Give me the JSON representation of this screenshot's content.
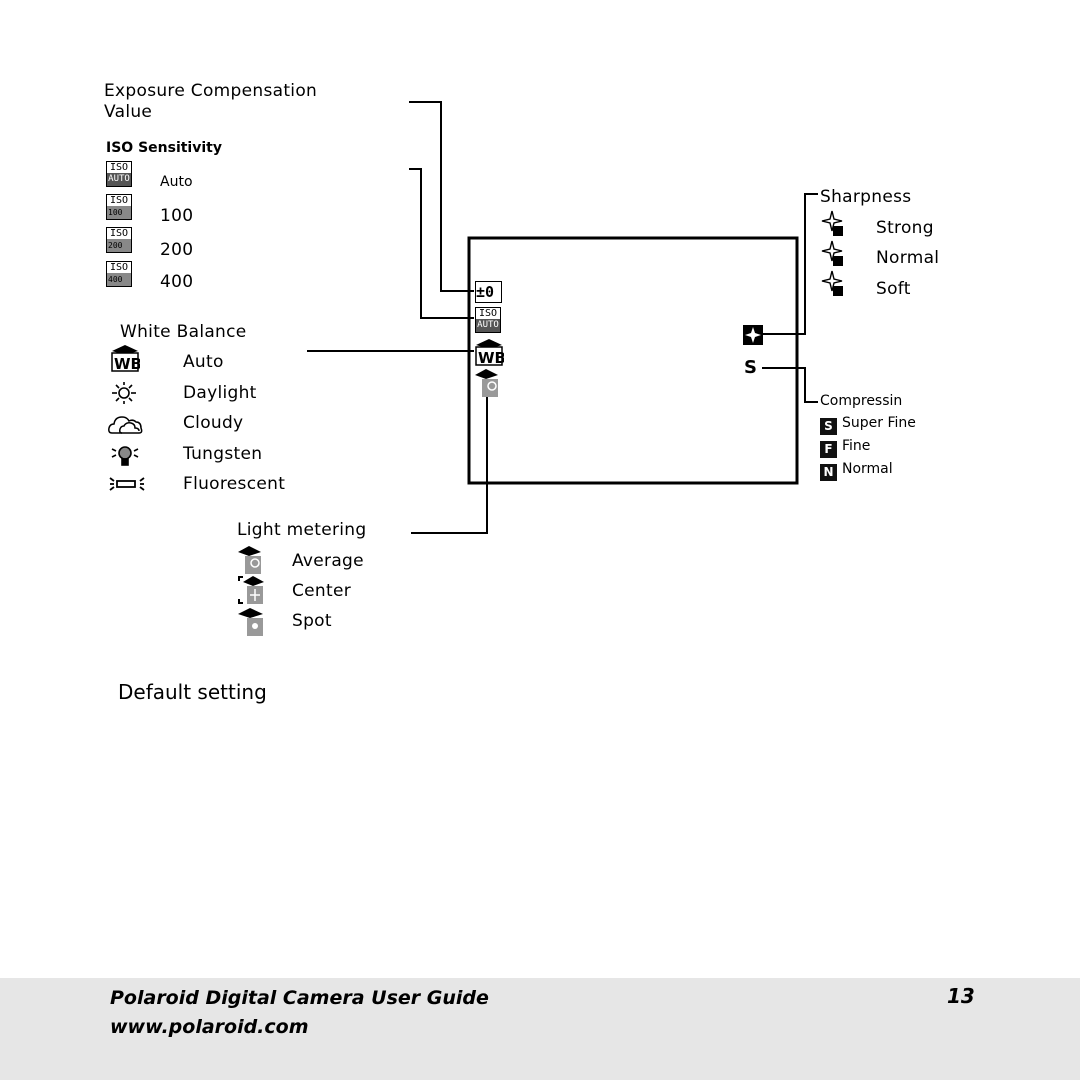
{
  "exposure": {
    "label_line1": "Exposure Compensation",
    "label_line2": "Value",
    "screen_value": "±0"
  },
  "iso": {
    "label": "ISO Sensitivity",
    "items": [
      {
        "icon_top": "ISO",
        "icon_bottom": "AUTO",
        "label": "Auto ",
        "icon": "iso-auto-icon"
      },
      {
        "icon_top": "ISO",
        "icon_bottom": "100",
        "label": "100",
        "icon": "iso-100-icon"
      },
      {
        "icon_top": "ISO",
        "icon_bottom": "200",
        "label": "200",
        "icon": "iso-200-icon"
      },
      {
        "icon_top": "ISO",
        "icon_bottom": "400",
        "label": "400",
        "icon": "iso-400-icon"
      }
    ]
  },
  "white_balance": {
    "label": "White Balance",
    "items": [
      {
        "label": "Auto ",
        "icon": "wb-auto-icon",
        "icon_text": "WB"
      },
      {
        "label": "Daylight",
        "icon": "daylight-icon"
      },
      {
        "label": "Cloudy",
        "icon": "cloudy-icon"
      },
      {
        "label": "Tungsten",
        "icon": "tungsten-icon"
      },
      {
        "label": "Fluorescent",
        "icon": "fluorescent-icon"
      }
    ]
  },
  "light_metering": {
    "label": "Light metering",
    "items": [
      {
        "label": "Average ",
        "icon": "metering-average-icon"
      },
      {
        "label": "Center",
        "icon": "metering-center-icon"
      },
      {
        "label": "Spot",
        "icon": "metering-spot-icon"
      }
    ]
  },
  "sharpness": {
    "label": "Sharpness",
    "items": [
      {
        "label": "Strong",
        "icon": "sharpness-strong-icon"
      },
      {
        "label": "Normal ",
        "icon": "sharpness-normal-icon"
      },
      {
        "label": "Soft",
        "icon": "sharpness-soft-icon"
      }
    ]
  },
  "compression": {
    "label": "Compressin",
    "screen_value": "S",
    "items": [
      {
        "badge": "S",
        "label": "Super Fine "
      },
      {
        "badge": "F",
        "label": "Fine"
      },
      {
        "badge": "N",
        "label": "Normal"
      }
    ]
  },
  "default_note": {
    "marker": "",
    "label": "Default setting"
  },
  "footer": {
    "title": "Polaroid Digital Camera User Guide",
    "url": "www.polaroid.com",
    "page_number": "13"
  }
}
